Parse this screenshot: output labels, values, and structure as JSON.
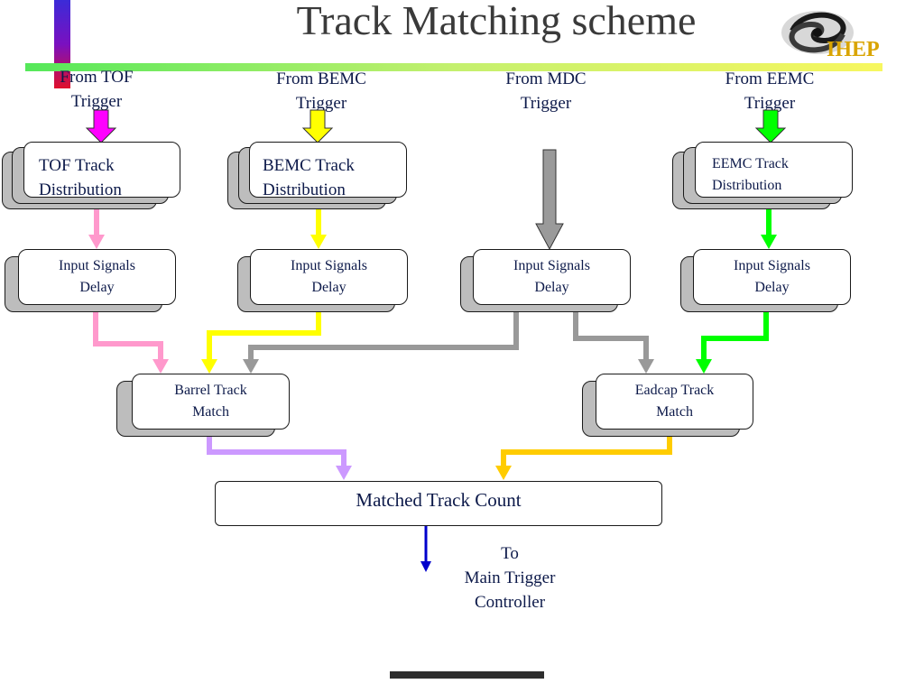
{
  "title": "Track Matching scheme",
  "logo": {
    "text": "IHEP"
  },
  "sources": [
    {
      "id": "tof",
      "line1": "From TOF",
      "line2": "Trigger",
      "color": "#ff00ff"
    },
    {
      "id": "bemc",
      "line1": "From BEMC",
      "line2": "Trigger",
      "color": "#ffff00"
    },
    {
      "id": "mdc",
      "line1": "From MDC",
      "line2": "Trigger",
      "color": "#9a9a9a"
    },
    {
      "id": "eemc",
      "line1": "From EEMC",
      "line2": "Trigger",
      "color": "#00ff00"
    }
  ],
  "distribution": [
    {
      "id": "tof",
      "line1": "TOF Track",
      "line2": "Distribution"
    },
    {
      "id": "bemc",
      "line1": "BEMC Track",
      "line2": "Distribution"
    },
    {
      "id": "eemc",
      "line1": "EEMC Track",
      "line2": "Distribution"
    }
  ],
  "delay": [
    {
      "id": "tof",
      "line1": "Input Signals",
      "line2": "Delay"
    },
    {
      "id": "bemc",
      "line1": "Input Signals",
      "line2": "Delay"
    },
    {
      "id": "mdc",
      "line1": "Input Signals",
      "line2": "Delay"
    },
    {
      "id": "eemc",
      "line1": "Input Signals",
      "line2": "Delay"
    }
  ],
  "match": [
    {
      "id": "barrel",
      "line1": "Barrel Track",
      "line2": "Match"
    },
    {
      "id": "endcap",
      "line1": "Eadcap Track",
      "line2": "Match"
    }
  ],
  "count": {
    "label": "Matched Track Count"
  },
  "output": {
    "line1": "To",
    "line2": "Main Trigger",
    "line3": "Controller"
  },
  "colors": {
    "tof_line": "#ff99cc",
    "bemc_line": "#ffff00",
    "mdc_line": "#999999",
    "eemc_line": "#00ff00",
    "barrel_out": "#cc99ff",
    "endcap_out": "#ffcc00",
    "output_arrow": "#0000cc"
  }
}
